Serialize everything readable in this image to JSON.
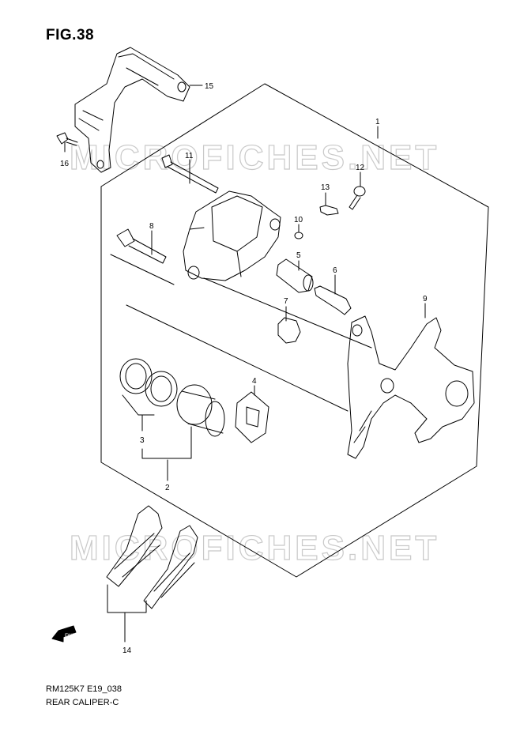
{
  "figure": {
    "title": "FIG.38",
    "code": "RM125K7 E19_038",
    "name": "REAR CALIPER-C"
  },
  "watermark": "MICROFICHES.NET",
  "fwd_label": "FWD",
  "callouts": {
    "c1": "1",
    "c2": "2",
    "c3": "3",
    "c4": "4",
    "c5": "5",
    "c6": "6",
    "c7": "7",
    "c8": "8",
    "c9": "9",
    "c10": "10",
    "c11": "11",
    "c12": "12",
    "c13": "13",
    "c14": "14",
    "c15": "15",
    "c16": "16"
  }
}
